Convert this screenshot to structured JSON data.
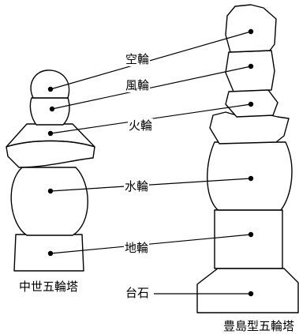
{
  "labels": {
    "kuu": "空輪",
    "fuu": "風輪",
    "ka": "火輪",
    "sui": "水輪",
    "chi": "地輪",
    "daiseki": "台石"
  },
  "captions": {
    "left": "中世五輪塔",
    "right": "豊島型五輪塔"
  },
  "colors": {
    "ink": "#000000",
    "paper": "#ffffff"
  }
}
